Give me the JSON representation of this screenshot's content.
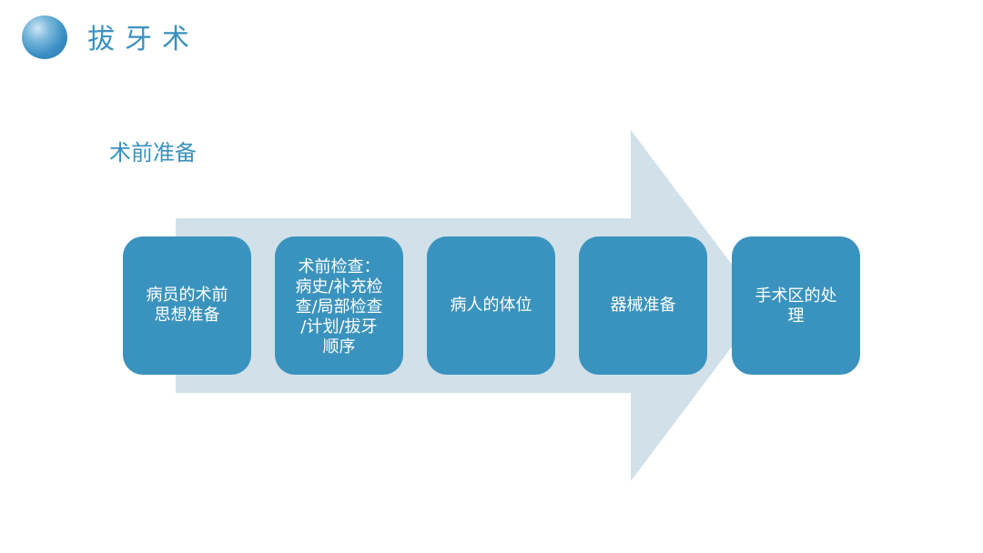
{
  "header": {
    "title": "拔牙术"
  },
  "section": {
    "title": "术前准备"
  },
  "steps": [
    {
      "label": "病员的术前\n思想准备"
    },
    {
      "label": "术前检查：\n病史/补充检\n查/局部检查\n/计划/拔牙\n顺序"
    },
    {
      "label": "病人的体位"
    },
    {
      "label": "器械准备"
    },
    {
      "label": "手术区的处\n理"
    }
  ],
  "colors": {
    "accent": "#3a91c0",
    "box_fill": "#3a93be",
    "arrow_fill": "#d2e0e9"
  }
}
